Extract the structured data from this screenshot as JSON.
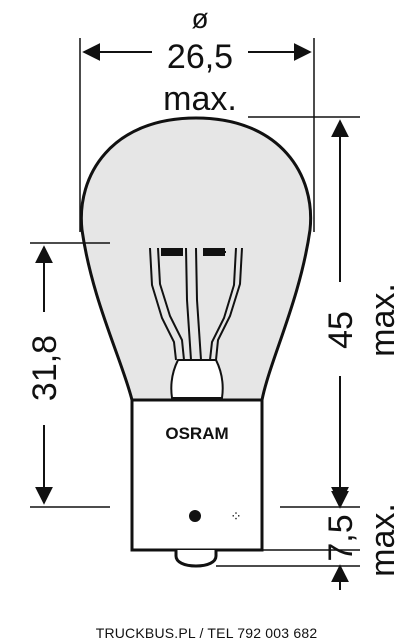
{
  "dimensions": {
    "diameter_symbol": "ø",
    "diameter_value": "26,5",
    "diameter_note": "max.",
    "height_total_value": "45",
    "height_total_note": "max.",
    "light_center_value": "31,8",
    "base_value": "7,5",
    "base_note": "max."
  },
  "bulb": {
    "brand": "OSRAM"
  },
  "footer": {
    "text": "TRUCKBUS.PL / TEL 792 003 682"
  },
  "colors": {
    "glass_fill": "#e6e6e6",
    "line": "#111111",
    "background": "#ffffff"
  }
}
